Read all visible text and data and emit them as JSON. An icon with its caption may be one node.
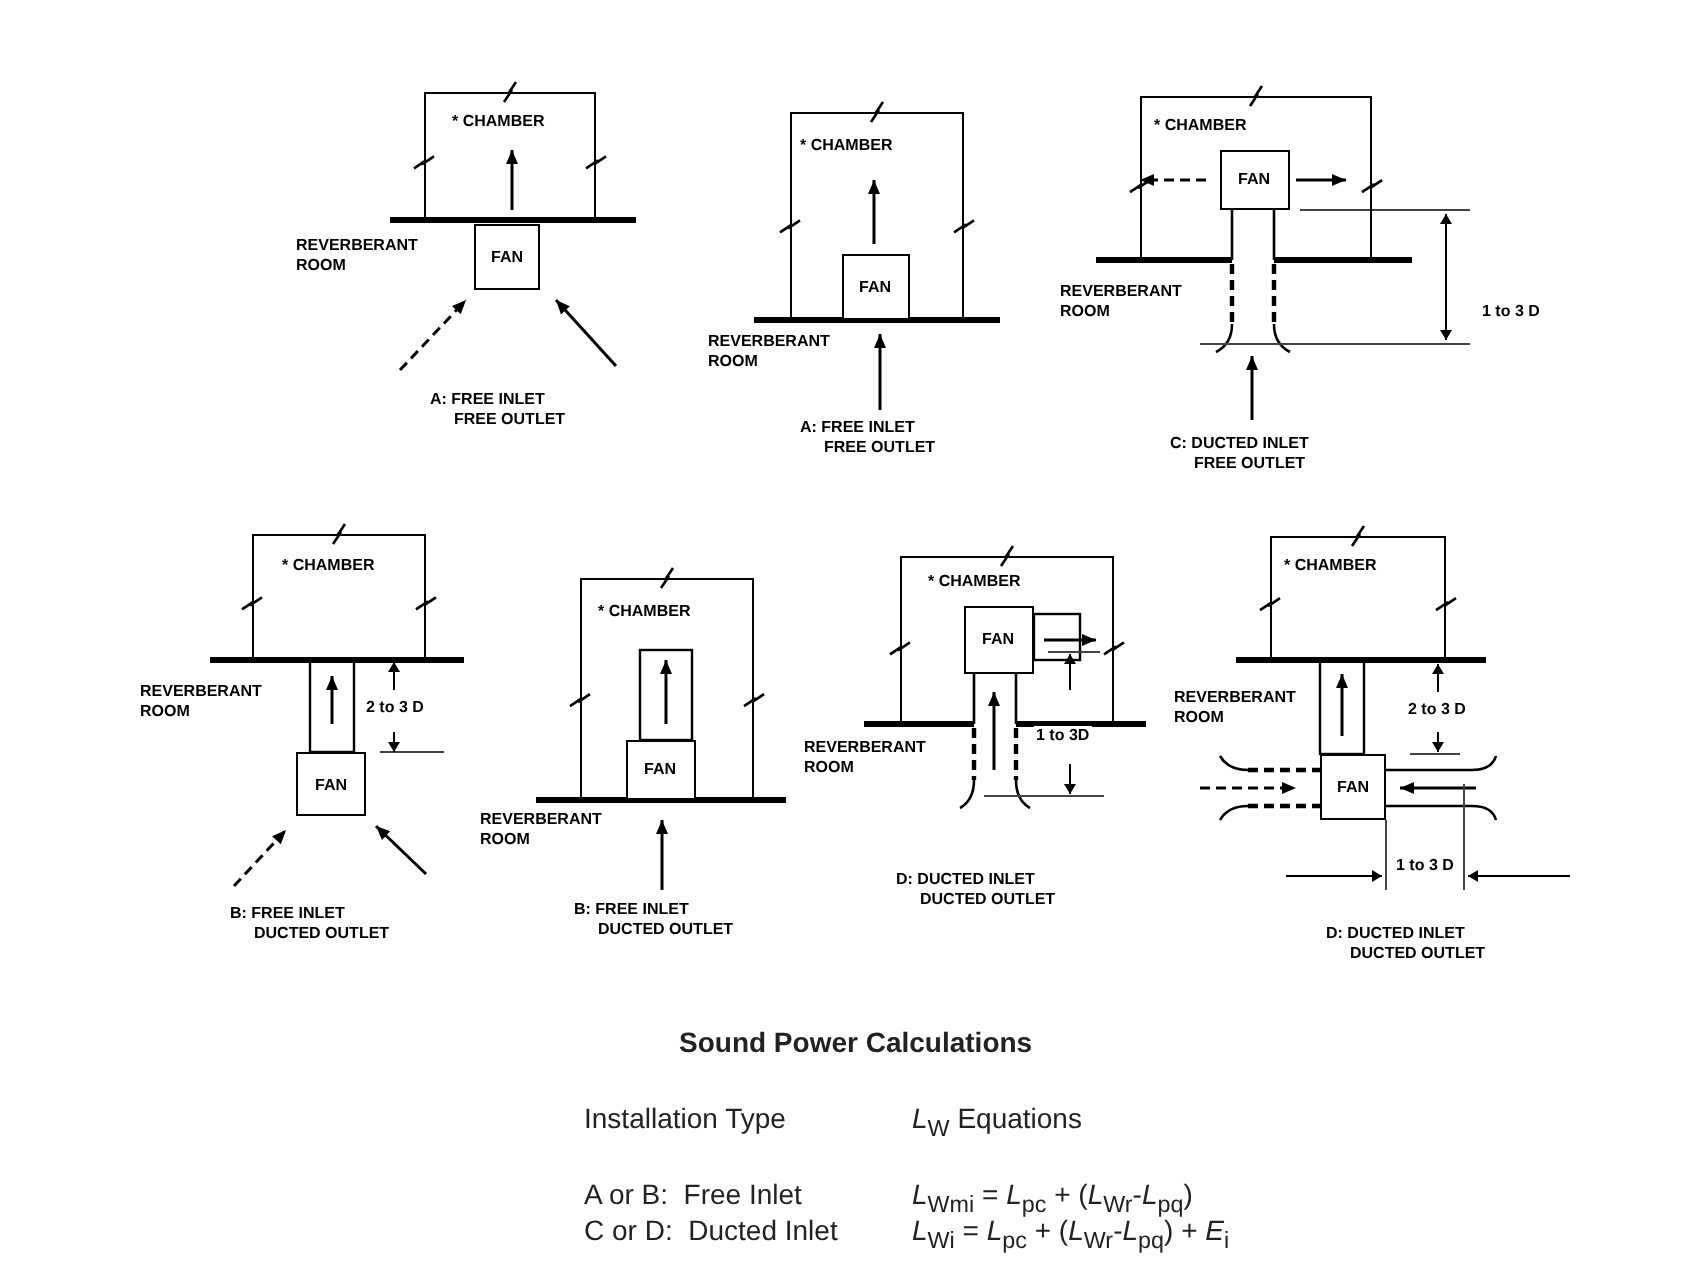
{
  "diagram": {
    "title": "Sound Power Calculations",
    "nodes": [
      {
        "text": [
          "* CHAMBER"
        ]
      },
      {
        "text": [
          "FAN"
        ]
      },
      {
        "text": [
          "* CHAMBER"
        ]
      },
      {
        "text": [
          "FAN"
        ],
        "in": 2
      },
      {
        "text": [
          "* CHAMBER"
        ]
      },
      {
        "text": [
          "FAN"
        ],
        "in": 4
      },
      {
        "text": [
          "* CHAMBER"
        ]
      },
      {
        "text": [
          "FAN"
        ]
      },
      {
        "text": [
          "* CHAMBER"
        ]
      },
      {
        "text": [
          "FAN"
        ],
        "in": 8
      },
      {
        "text": [
          "* CHAMBER"
        ]
      },
      {
        "text": [
          "FAN"
        ],
        "in": 10
      },
      {
        "text": [
          "* CHAMBER"
        ]
      },
      {
        "text": [
          "FAN"
        ]
      }
    ],
    "labels": [
      "REVERBERANT ROOM",
      "A: FREE INLET FREE OUTLET",
      "REVERBERANT ROOM",
      "A: FREE INLET FREE OUTLET",
      "REVERBERANT ROOM",
      "1 to 3 D",
      "C: DUCTED INLET FREE OUTLET",
      "REVERBERANT ROOM",
      "2 to 3 D",
      "B: FREE INLET DUCTED OUTLET",
      "REVERBERANT ROOM",
      "B: FREE INLET DUCTED OUTLET",
      "REVERBERANT ROOM",
      "1 to 3D",
      "D: DUCTED INLET DUCTED OUTLET",
      "REVERBERANT ROOM",
      "2 to 3 D",
      "1 to 3 D",
      "D: DUCTED INLET DUCTED OUTLET",
      "Installation Type",
      "*L*$_{W}$ Equations",
      "A or B:  Free Inlet",
      "*L*$_{Wmi}$ = *L*$_{pc}$ + (*L*$_{Wr}$-*L*$_{pq}$)",
      "C or D:  Ducted Inlet",
      "*L*$_{Wi}$ = *L*$_{pc}$ + (*L*$_{Wr}$-*L*$_{pq}$) + *E*$_{i}$"
    ]
  }
}
